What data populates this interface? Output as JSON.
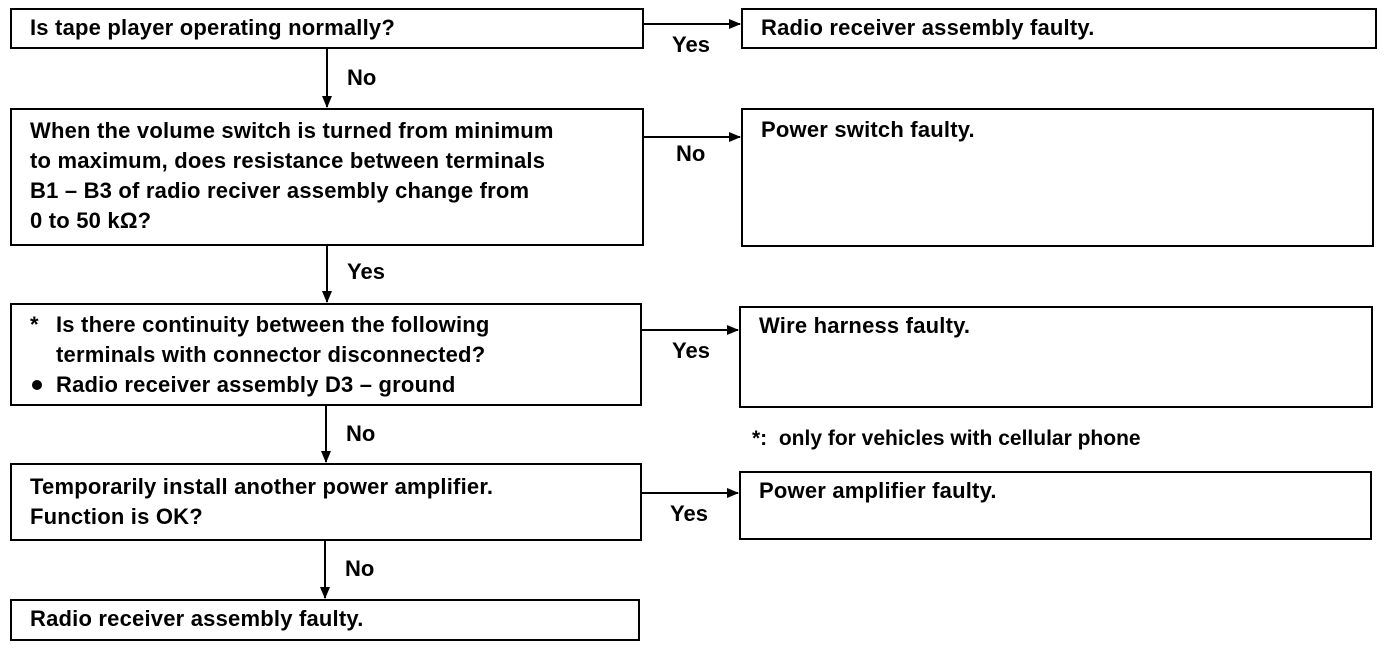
{
  "questions": {
    "q1": "Is tape player operating normally?",
    "q2": [
      "When the volume switch is turned from minimum",
      "to maximum, does resistance between terminals",
      "B1 – B3 of radio reciver assembly change from",
      "0 to 50 kΩ?"
    ],
    "q3": {
      "asterisk": "*",
      "line1": "Is there continuity between the following",
      "line2": "terminals with connector disconnected?",
      "bullet": "Radio receiver assembly D3 – ground"
    },
    "q4": [
      "Temporarily install another power amplifier.",
      "Function is OK?"
    ]
  },
  "results": {
    "r1": "Radio receiver assembly faulty.",
    "r2": "Power switch faulty.",
    "r3": "Wire harness faulty.",
    "r4": "Power amplifier faulty.",
    "final": "Radio receiver assembly faulty."
  },
  "labels": {
    "q1_side": "Yes",
    "q1_down": "No",
    "q2_side": "No",
    "q2_down": "Yes",
    "q3_side": "Yes",
    "q3_down": "No",
    "q4_side": "Yes",
    "q4_down": "No"
  },
  "note": "*:  only for vehicles with cellular phone"
}
